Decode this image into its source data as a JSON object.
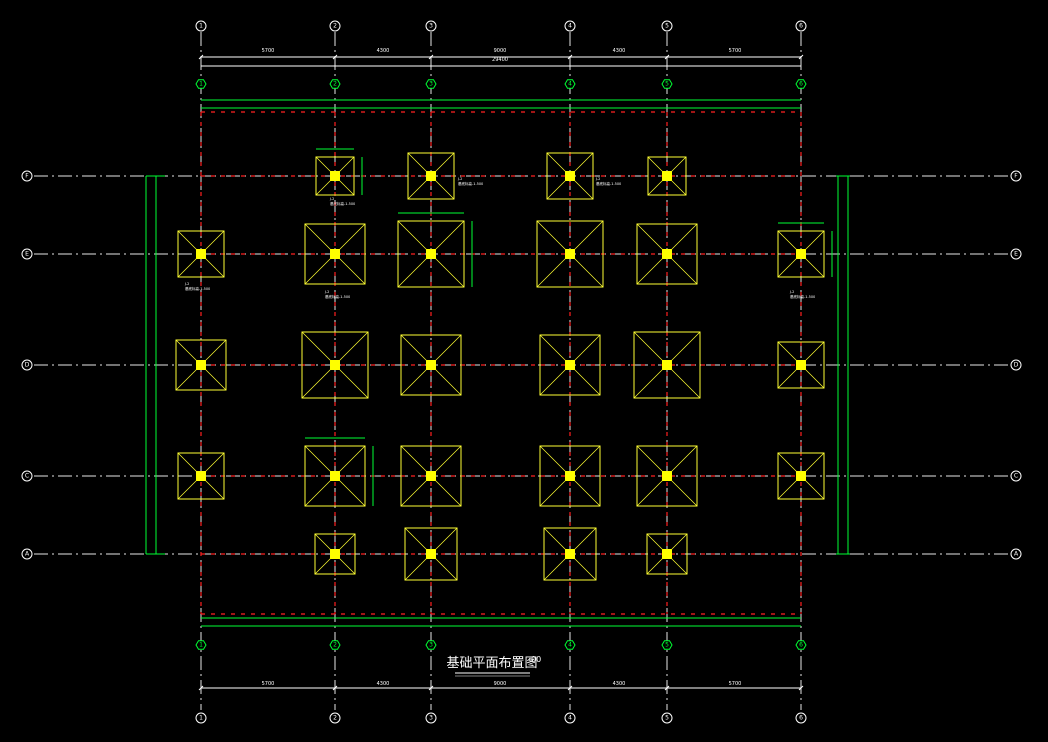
{
  "drawing": {
    "title": "基础平面布置图",
    "title_scale": "00",
    "colors": {
      "background": "#000000",
      "axis": "#e6e6e6",
      "footing": "#ffff33",
      "dimension": "#00ff33",
      "hidden_line": "#ff2020"
    }
  },
  "axes": {
    "vertical": [
      "1",
      "2",
      "3",
      "4",
      "5",
      "6"
    ],
    "horizontal": [
      "F",
      "E",
      "D",
      "C",
      "A"
    ]
  },
  "dimensions": {
    "top_spans": [
      "5700",
      "4300",
      "9000",
      "4300",
      "5700"
    ],
    "top_total": "29400",
    "bottom_spans": [
      "5700",
      "4300",
      "9000",
      "4300",
      "5700"
    ]
  },
  "footing_labels": {
    "main": "J-2",
    "elev": "基底标高-1.500"
  }
}
